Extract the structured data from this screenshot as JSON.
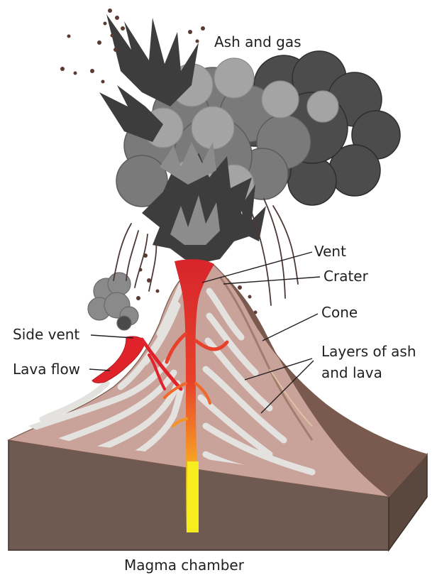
{
  "labels": {
    "ash_and_gas": "Ash and gas",
    "vent": "Vent",
    "crater": "Crater",
    "cone": "Cone",
    "side_vent": "Side vent",
    "layers_line1": "Layers of ash",
    "layers_line2": "and lava",
    "lava_flow": "Lava flow",
    "magma_chamber": "Magma chamber"
  },
  "colors": {
    "background": "#ffffff",
    "ground_front": "#6e5a50",
    "ground_top": "#a37d70",
    "cone_layers": "#c9a29a",
    "cone_shadow": "#7a5a4e",
    "ash_light": "#9a9a9a",
    "ash_mid": "#6f6f6f",
    "ash_dark": "#3f3f3f",
    "lava_red": "#e0232b",
    "lava_orange": "#f58b1f",
    "magma_yellow": "#f7ec1e",
    "text": "#231f20"
  }
}
